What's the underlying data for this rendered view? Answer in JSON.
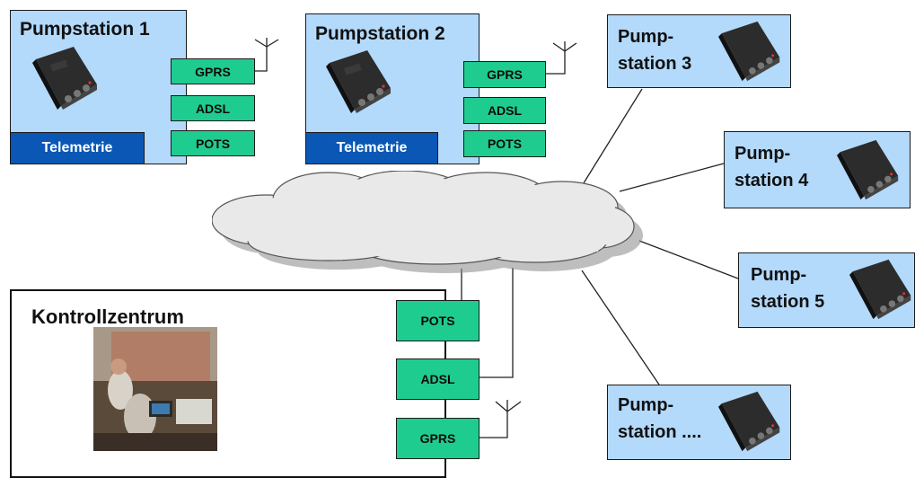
{
  "stations": {
    "s1": {
      "title": "Pumpstation 1",
      "modules": [
        "GPRS",
        "ADSL",
        "POTS"
      ],
      "telemetry": "Telemetrie"
    },
    "s2": {
      "title": "Pumpstation 2",
      "modules": [
        "GPRS",
        "ADSL",
        "POTS"
      ],
      "telemetry": "Telemetrie"
    },
    "s3": {
      "line1": "Pump-",
      "line2": "station 3"
    },
    "s4": {
      "line1": "Pump-",
      "line2": "station 4"
    },
    "s5": {
      "line1": "Pump-",
      "line2": "station 5"
    },
    "s6": {
      "line1": "Pump-",
      "line2": "station ...."
    }
  },
  "control_center": {
    "title": "Kontrollzentrum",
    "modules": [
      "POTS",
      "ADSL",
      "GPRS"
    ]
  },
  "colors": {
    "station_bg": "#b3d9fb",
    "module_bg": "#1fcc8f",
    "telemetry_bg": "#0a57b5",
    "cloud": "#e9e9e9"
  }
}
